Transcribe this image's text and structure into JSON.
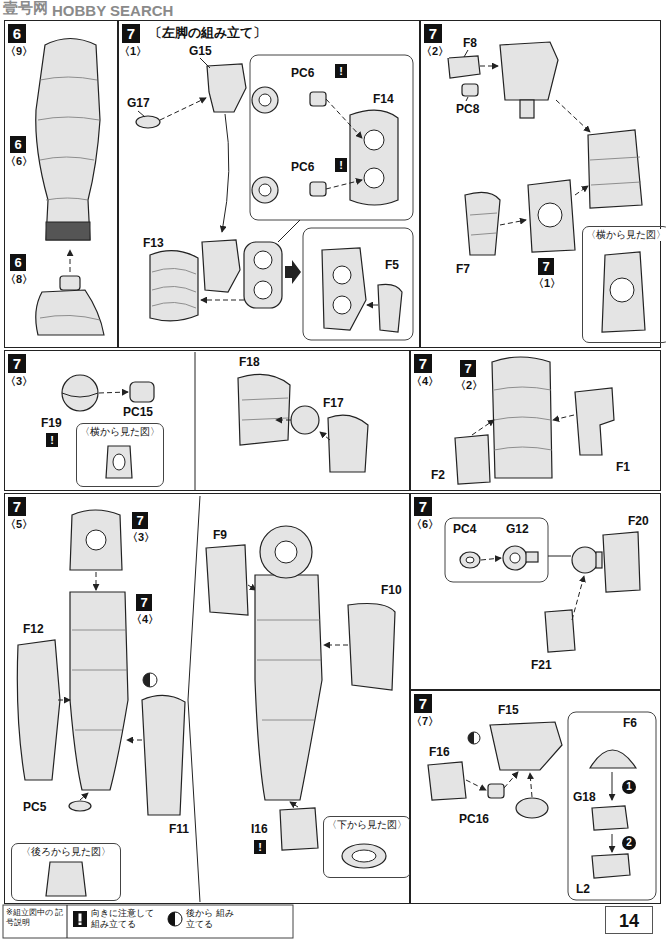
{
  "diagram": {
    "nodes": [
      {
        "text": [
          "6",
          "〈9〉"
        ]
      },
      {
        "text": [
          "7",
          "〈1〉",
          "〔左脚の組み立て〕"
        ]
      },
      {
        "text": [
          "7",
          "〈2〉"
        ]
      },
      {
        "text": [
          "〈横から見た図〉"
        ],
        "in": 2
      },
      {
        "text": [
          "7",
          "〈3〉"
        ]
      },
      {
        "text": [
          "〈横から見た図〉"
        ],
        "in": 4
      },
      {
        "text": [
          "7",
          "〈4〉"
        ]
      },
      {
        "text": [
          "7",
          "〈5〉"
        ]
      },
      {
        "text": [
          "〈後ろから見た図〉"
        ],
        "in": 7
      },
      {
        "text": [
          "〈下から見た図〉"
        ],
        "in": 7
      },
      {
        "text": [
          "7",
          "〈6〉"
        ]
      },
      {
        "text": [
          "7",
          "〈7〉"
        ]
      }
    ],
    "labels": [
      "壹号网",
      "HOBBY SEARCH",
      "6",
      "〈6〉",
      "6",
      "〈8〉",
      "G15",
      "G17",
      "PC6",
      "!",
      "F14",
      "PC6",
      "!",
      "F13",
      "F5",
      "F8",
      "PC8",
      "F7",
      "7",
      "〈1〉",
      "F19",
      "!",
      "PC15",
      "F18",
      "F17",
      "7",
      "〈2〉",
      "F2",
      "F1",
      "7",
      "〈3〉",
      "7",
      "〈4〉",
      "F12",
      "PC5",
      "F11",
      "F9",
      "F10",
      "I16",
      "!",
      "PC4",
      "G12",
      "F20",
      "F21",
      "F15",
      "F16",
      "PC16",
      "F6",
      "G18",
      "1",
      "2",
      "L2",
      "※組立図中の 記号説明",
      "14"
    ],
    "legend": [
      {
        "text": "向きに注意して 組み立てる"
      },
      {
        "text": "後から 組み立てる"
      }
    ]
  }
}
